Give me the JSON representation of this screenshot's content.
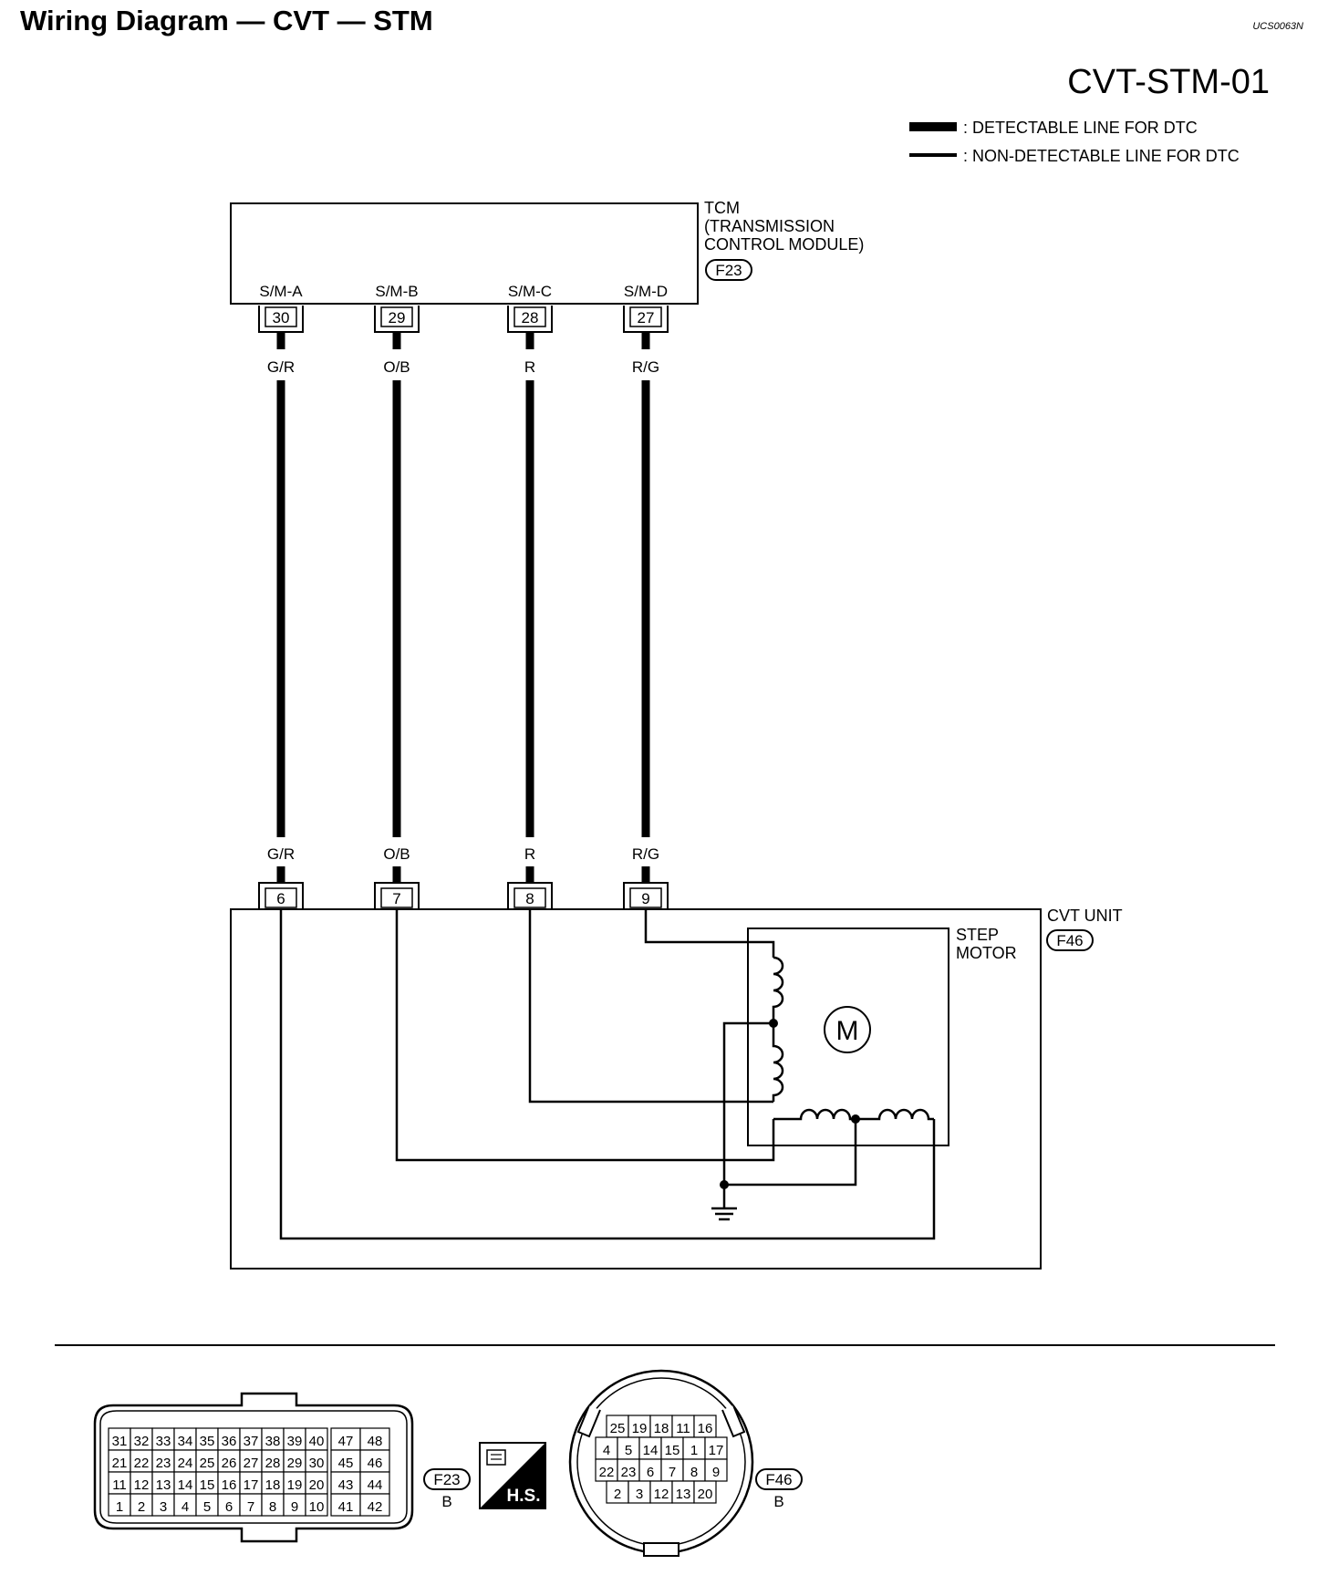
{
  "header": {
    "title": "Wiring Diagram — CVT — STM",
    "doc_code": "UCS0063N",
    "page_id": "CVT-STM-01"
  },
  "legend": {
    "detectable": ": DETECTABLE LINE FOR DTC",
    "non_detectable": ": NON-DETECTABLE LINE FOR DTC"
  },
  "tcm": {
    "line1": "TCM",
    "line2": "(TRANSMISSION",
    "line3": "CONTROL MODULE)",
    "connector": "F23",
    "pins": [
      {
        "signal": "S/M-A",
        "pin": "30",
        "wire": "G/R"
      },
      {
        "signal": "S/M-B",
        "pin": "29",
        "wire": "O/B"
      },
      {
        "signal": "S/M-C",
        "pin": "28",
        "wire": "R"
      },
      {
        "signal": "S/M-D",
        "pin": "27",
        "wire": "R/G"
      }
    ]
  },
  "cvt_unit": {
    "label": "CVT UNIT",
    "connector": "F46",
    "step_motor_line1": "STEP",
    "step_motor_line2": "MOTOR",
    "motor_symbol": "M",
    "pins": [
      {
        "pin": "6",
        "wire": "G/R"
      },
      {
        "pin": "7",
        "wire": "O/B"
      },
      {
        "pin": "8",
        "wire": "R"
      },
      {
        "pin": "9",
        "wire": "R/G"
      }
    ]
  },
  "connector_f23": {
    "name": "F23",
    "color": "B",
    "rows": [
      [
        "31",
        "32",
        "33",
        "34",
        "35",
        "36",
        "37",
        "38",
        "39",
        "40",
        "47",
        "48"
      ],
      [
        "21",
        "22",
        "23",
        "24",
        "25",
        "26",
        "27",
        "28",
        "29",
        "30",
        "45",
        "46"
      ],
      [
        "11",
        "12",
        "13",
        "14",
        "15",
        "16",
        "17",
        "18",
        "19",
        "20",
        "43",
        "44"
      ],
      [
        "1",
        "2",
        "3",
        "4",
        "5",
        "6",
        "7",
        "8",
        "9",
        "10",
        "41",
        "42"
      ]
    ]
  },
  "hs_badge": {
    "label": "H.S."
  },
  "connector_f46": {
    "name": "F46",
    "color": "B",
    "rows": [
      [
        "25",
        "19",
        "18",
        "11",
        "16"
      ],
      [
        "4",
        "5",
        "14",
        "15",
        "1",
        "17"
      ],
      [
        "22",
        "23",
        "6",
        "7",
        "8",
        "9"
      ],
      [
        "2",
        "3",
        "12",
        "13",
        "20"
      ]
    ]
  }
}
